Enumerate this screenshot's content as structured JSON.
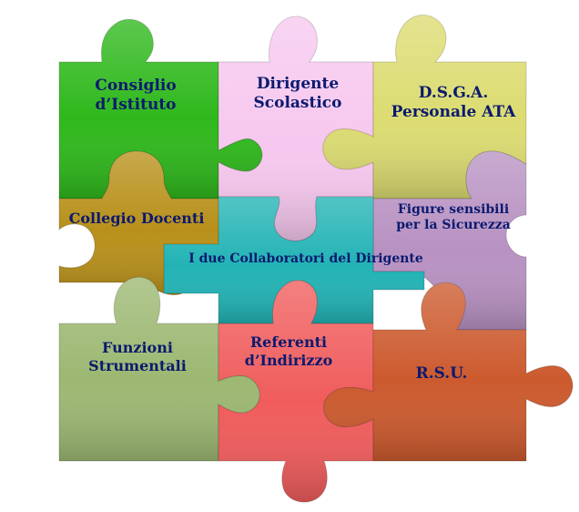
{
  "pieces": [
    {
      "id": "consiglio",
      "color": "#2fb81c",
      "lines": [
        "Consiglio",
        "d’Istituto"
      ]
    },
    {
      "id": "dirigente",
      "color": "#f7c8ef",
      "lines": [
        "Dirigente",
        "Scolastico"
      ]
    },
    {
      "id": "dsga",
      "color": "#dcdc72",
      "lines": [
        "D.S.G.A.",
        "Personale ATA"
      ]
    },
    {
      "id": "collegio",
      "color": "#b8901a",
      "lines": [
        "Collegio Docenti"
      ]
    },
    {
      "id": "collaboratori",
      "color": "#22b3b5",
      "lines": [
        "I due Collaboratori del Dirigente"
      ]
    },
    {
      "id": "figure",
      "color": "#b892c2",
      "lines": [
        "Figure sensibili",
        "per la Sicurezza"
      ]
    },
    {
      "id": "funzioni",
      "color": "#9cb872",
      "lines": [
        "Funzioni",
        "Strumentali"
      ]
    },
    {
      "id": "referenti",
      "color": "#f05c5c",
      "lines": [
        "Referenti",
        "d’Indirizzo"
      ]
    },
    {
      "id": "rsu",
      "color": "#cc5a2e",
      "lines": [
        "R.S.U."
      ]
    }
  ]
}
